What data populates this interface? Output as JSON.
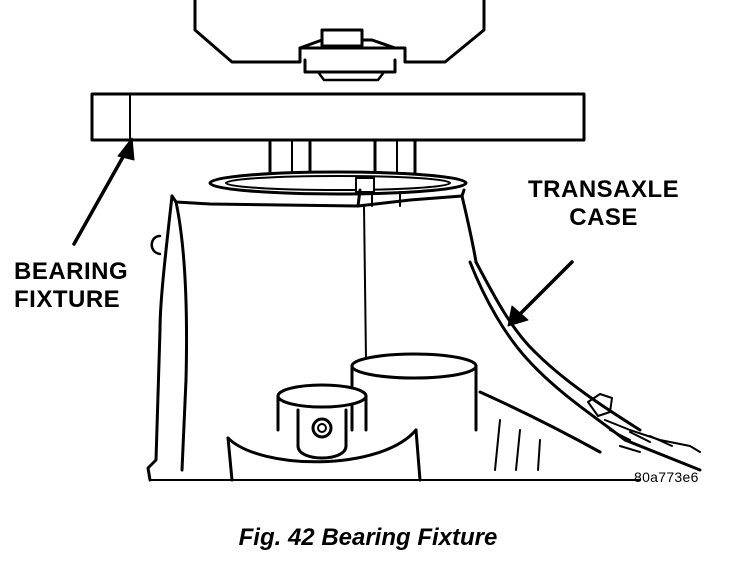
{
  "figure": {
    "caption": "Fig. 42 Bearing Fixture",
    "image_id_label": "80a773e6",
    "callouts": {
      "bearing_fixture": [
        "BEARING",
        "FIXTURE"
      ],
      "transaxle_case": [
        "TRANSAXLE",
        "CASE"
      ]
    }
  }
}
